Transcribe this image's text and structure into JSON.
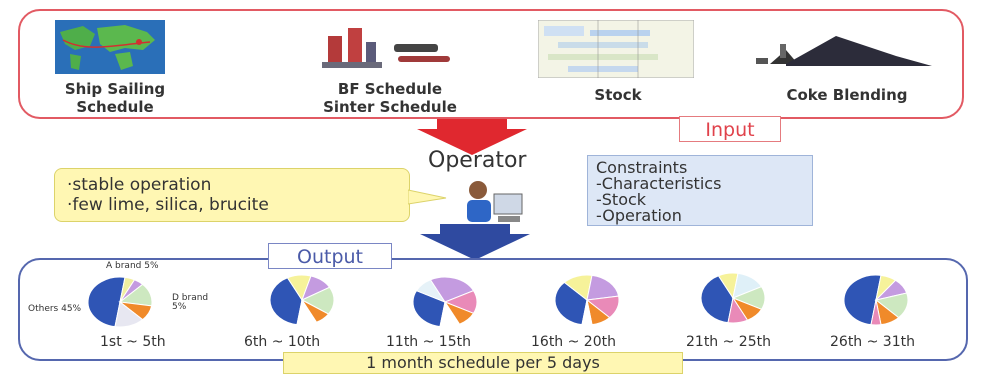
{
  "inputs": [
    {
      "label_line1": "Ship Sailing",
      "label_line2": "Schedule",
      "icon": "world-map-icon"
    },
    {
      "label_line1": "BF Schedule",
      "label_line2": "Sinter Schedule",
      "icon": "blast-furnace-icon"
    },
    {
      "label_line1": "Stock",
      "label_line2": "",
      "icon": "stock-chart-icon"
    },
    {
      "label_line1": "Coke Blending",
      "label_line2": "",
      "icon": "coke-pile-icon"
    }
  ],
  "input_label": "Input",
  "operator_label": "Operator",
  "operator_goals": [
    "·stable operation",
    "·few lime, silica, brucite"
  ],
  "constraints": {
    "title": "Constraints",
    "items": [
      "-Characteristics",
      "-Stock",
      "-Operation"
    ]
  },
  "output_label": "Output",
  "first_pie_annotations": {
    "a_brand": "A brand 5%",
    "others": "Others 45%",
    "d_brand_line1": "D brand",
    "d_brand_line2": "5%"
  },
  "periods": [
    "1st ~ 5th",
    "6th ~ 10th",
    "11th ~ 15th",
    "16th ~ 20th",
    "21th ~ 25th",
    "26th ~ 31th"
  ],
  "schedule_caption": "1 month schedule per 5 days",
  "colors": {
    "input_border": "#e25a63",
    "output_border": "#5567ae",
    "input_arrow": "#e0282f",
    "output_arrow": "#2f4aa0",
    "bubble": "#fff7b3",
    "constraints_bg": "#dde7f6"
  },
  "pies": [
    [
      {
        "v": 50,
        "c": "#2f55b5"
      },
      {
        "v": 5,
        "c": "#f0eea0"
      },
      {
        "v": 5,
        "c": "#c49be0"
      },
      {
        "v": 15,
        "c": "#cde8c0"
      },
      {
        "v": 10,
        "c": "#f08a2a"
      },
      {
        "v": 15,
        "c": "#e7e7f1"
      }
    ],
    [
      {
        "v": 40,
        "c": "#2f55b5"
      },
      {
        "v": 12,
        "c": "#f6f29a"
      },
      {
        "v": 12,
        "c": "#c49be0"
      },
      {
        "v": 18,
        "c": "#cde8c0"
      },
      {
        "v": 8,
        "c": "#f08a2a"
      },
      {
        "v": 10,
        "c": "#ffffff"
      }
    ],
    [
      {
        "v": 30,
        "c": "#2f55b5"
      },
      {
        "v": 10,
        "c": "#e6f2f8"
      },
      {
        "v": 25,
        "c": "#c49be0"
      },
      {
        "v": 15,
        "c": "#e98ab8"
      },
      {
        "v": 10,
        "c": "#f08a2a"
      },
      {
        "v": 10,
        "c": "#ffffff"
      }
    ],
    [
      {
        "v": 35,
        "c": "#2f55b5"
      },
      {
        "v": 15,
        "c": "#f6f29a"
      },
      {
        "v": 20,
        "c": "#c49be0"
      },
      {
        "v": 15,
        "c": "#e98ab8"
      },
      {
        "v": 10,
        "c": "#f08a2a"
      },
      {
        "v": 5,
        "c": "#ffffff"
      }
    ],
    [
      {
        "v": 40,
        "c": "#2f55b5"
      },
      {
        "v": 10,
        "c": "#f6f29a"
      },
      {
        "v": 15,
        "c": "#dff0f8"
      },
      {
        "v": 15,
        "c": "#cde8c0"
      },
      {
        "v": 10,
        "c": "#f08a2a"
      },
      {
        "v": 10,
        "c": "#e98ab8"
      }
    ],
    [
      {
        "v": 50,
        "c": "#2f55b5"
      },
      {
        "v": 8,
        "c": "#f6f29a"
      },
      {
        "v": 10,
        "c": "#c49be0"
      },
      {
        "v": 17,
        "c": "#cde8c0"
      },
      {
        "v": 10,
        "c": "#f08a2a"
      },
      {
        "v": 5,
        "c": "#e98ab8"
      }
    ]
  ]
}
